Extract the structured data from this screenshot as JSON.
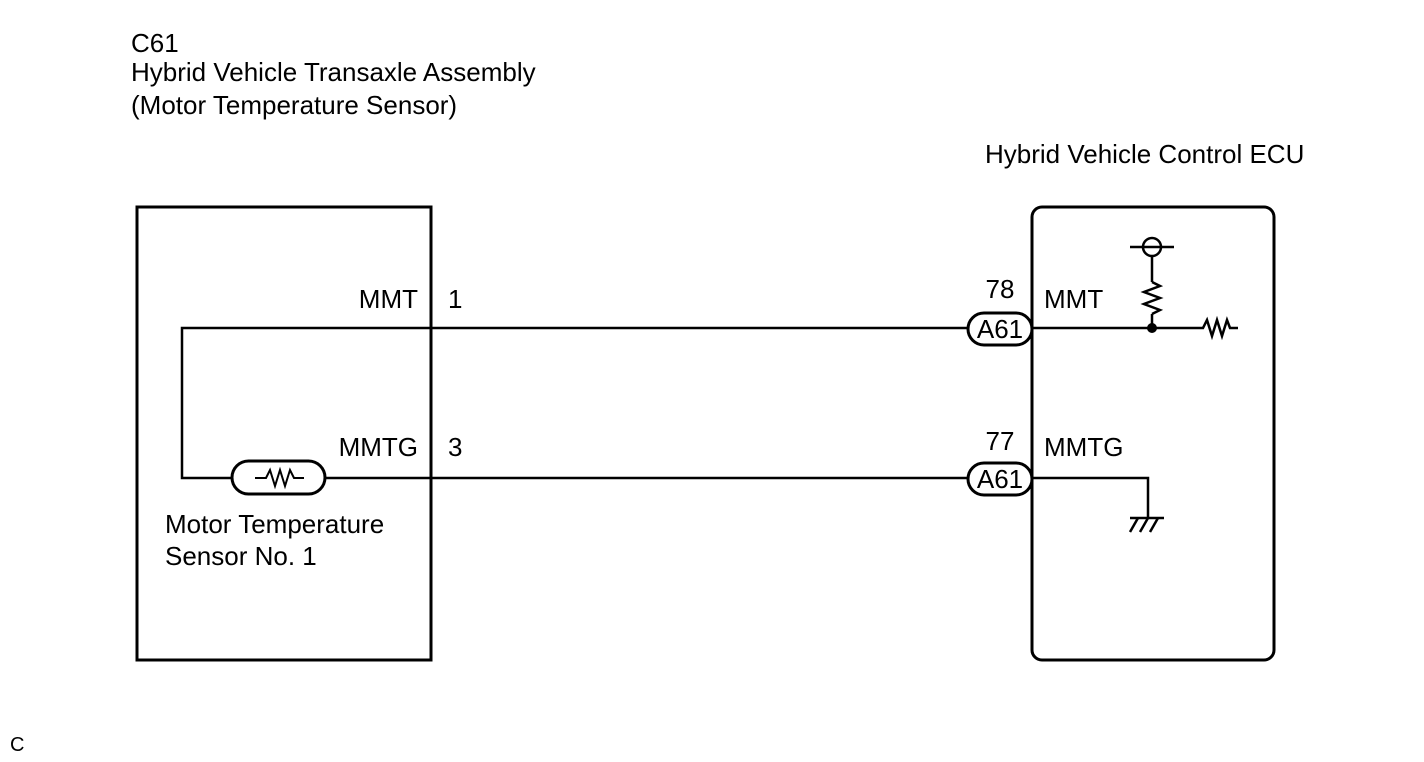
{
  "left_component": {
    "code": "C61",
    "name": "Hybrid Vehicle Transaxle Assembly",
    "subtitle": "(Motor Temperature Sensor)",
    "sensor_label_line1": "Motor Temperature",
    "sensor_label_line2": "Sensor No. 1",
    "pins": [
      {
        "signal": "MMT",
        "pin": "1"
      },
      {
        "signal": "MMTG",
        "pin": "3"
      }
    ]
  },
  "right_component": {
    "name": "Hybrid Vehicle Control ECU",
    "pins": [
      {
        "signal": "MMT",
        "pin": "78",
        "connector": "A61"
      },
      {
        "signal": "MMTG",
        "pin": "77",
        "connector": "A61"
      }
    ]
  },
  "footer_mark": "C",
  "icons": [
    "thermistor-icon",
    "resistor-icon",
    "power-supply-icon",
    "ground-icon",
    "junction-dot-icon"
  ]
}
